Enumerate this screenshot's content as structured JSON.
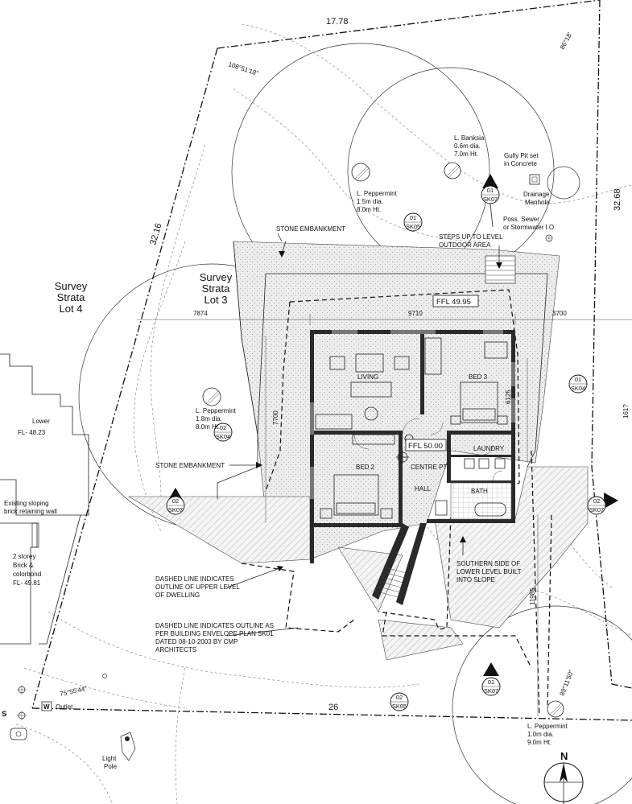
{
  "boundary": {
    "top_length": "17.78",
    "right_length": "32.68",
    "left_length": "32.16",
    "bottom_length": "26",
    "bearing_top_left": "108°51'18\"",
    "bearing_top_right": "86°18'",
    "bearing_bottom_left": "75°55'44\"",
    "bearing_bottom_right": "89°11'50\""
  },
  "lots": {
    "lot4": [
      "Survey",
      "Strata",
      "Lot 4"
    ],
    "lot3": [
      "Survey",
      "Strata",
      "Lot 3"
    ]
  },
  "trees": [
    {
      "lines": [
        "L. Banksia",
        "0.6m dia.",
        "7.0m Ht."
      ]
    },
    {
      "lines": [
        "L. Peppermint",
        "1.5m dia.",
        "8.0m Ht."
      ]
    },
    {
      "lines": [
        "L. Peppermint",
        "1.8m dia.",
        "8.0m Ht."
      ]
    },
    {
      "lines": [
        "L. Peppermint",
        "1.0m dia.",
        "9.0m Ht."
      ]
    }
  ],
  "services": {
    "gully_pit": [
      "Gully Pit set",
      "in Concrete"
    ],
    "manhole": [
      "Drainage",
      "Manhole"
    ],
    "sewer": [
      "Poss. Sewer",
      "or Stormwater I.O."
    ],
    "light_pole": [
      "Light",
      "Pole"
    ],
    "outlet": "Outlet",
    "w_marker": "W",
    "s_marker": "S"
  },
  "notes": {
    "stone_embankment_top": "STONE EMBANKMENT",
    "stone_embankment_left": "STONE EMBANKMENT",
    "steps": [
      "STEPS UP TO LEVEL",
      "OUTDOOR AREA"
    ],
    "southern_side": [
      "SOUTHERN SIDE OF",
      "LOWER LEVEL BUILT",
      "INTO SLOPE"
    ],
    "dashed_upper": [
      "DASHED LINE INDICATES",
      "OUTLINE OF UPPER LEVEL",
      "OF DWELLING"
    ],
    "dashed_envelope": [
      "DASHED LINE INDICATES OUTLINE AS",
      "PER BUILDING ENVELOPE PLAN SK01",
      "DATED 08-10-2003 BY CMP",
      "ARCHITECTS"
    ]
  },
  "neighbour": {
    "lower": [
      "Lower",
      "FL- 48.23"
    ],
    "retaining_wall": [
      "Existing sloping",
      "brick retaining wall"
    ],
    "storey": [
      "2 storey",
      "Brick &",
      "colorbond",
      "FL- 49.81"
    ]
  },
  "levels": {
    "ffl_upper": "FFL 49.95",
    "ffl_lower": "FFL 50.00"
  },
  "dimensions": {
    "d7874": "7874",
    "d9710": "9710",
    "d3700": "3700",
    "d7700": "7700",
    "d6125": "6125",
    "d11985": "11985"
  },
  "rooms": {
    "living": "LIVING",
    "bed3": "BED 3",
    "bed2": "BED 2",
    "laundry": "LAUNDRY",
    "centre_pt": "CENTRE PT",
    "hall": "HALL",
    "bath": "BATH"
  },
  "section_markers": [
    {
      "num": "01",
      "sheet": "SK07"
    },
    {
      "num": "01",
      "sheet": "SK05"
    },
    {
      "num": "01",
      "sheet": "SK04"
    },
    {
      "num": "02",
      "sheet": "SK04"
    },
    {
      "num": "02",
      "sheet": "SK07"
    },
    {
      "num": "02",
      "sheet": "SK07"
    },
    {
      "num": "01",
      "sheet": "SK07"
    },
    {
      "num": "02",
      "sheet": "SK05"
    }
  ],
  "north": "N",
  "edge_fragment": "161?"
}
